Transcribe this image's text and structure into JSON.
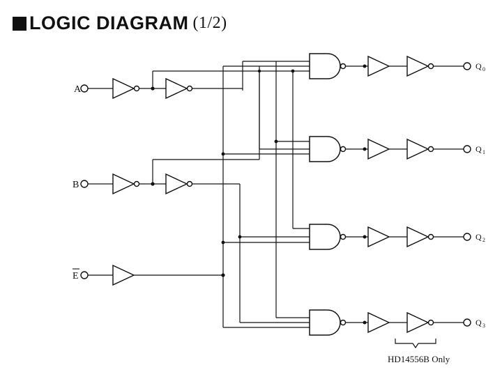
{
  "title": {
    "text": "LOGIC DIAGRAM",
    "part": "(1/2)"
  },
  "inputs": [
    {
      "id": "A",
      "label": "A"
    },
    {
      "id": "B",
      "label": "B"
    },
    {
      "id": "E",
      "label": "E",
      "overbar": true
    }
  ],
  "outputs": [
    {
      "id": "Q0",
      "label": "Q",
      "sub": "0"
    },
    {
      "id": "Q1",
      "label": "Q",
      "sub": "1"
    },
    {
      "id": "Q2",
      "label": "Q",
      "sub": "2"
    },
    {
      "id": "Q3",
      "label": "Q",
      "sub": "3"
    }
  ],
  "note": {
    "text": "HD14556B Only"
  }
}
